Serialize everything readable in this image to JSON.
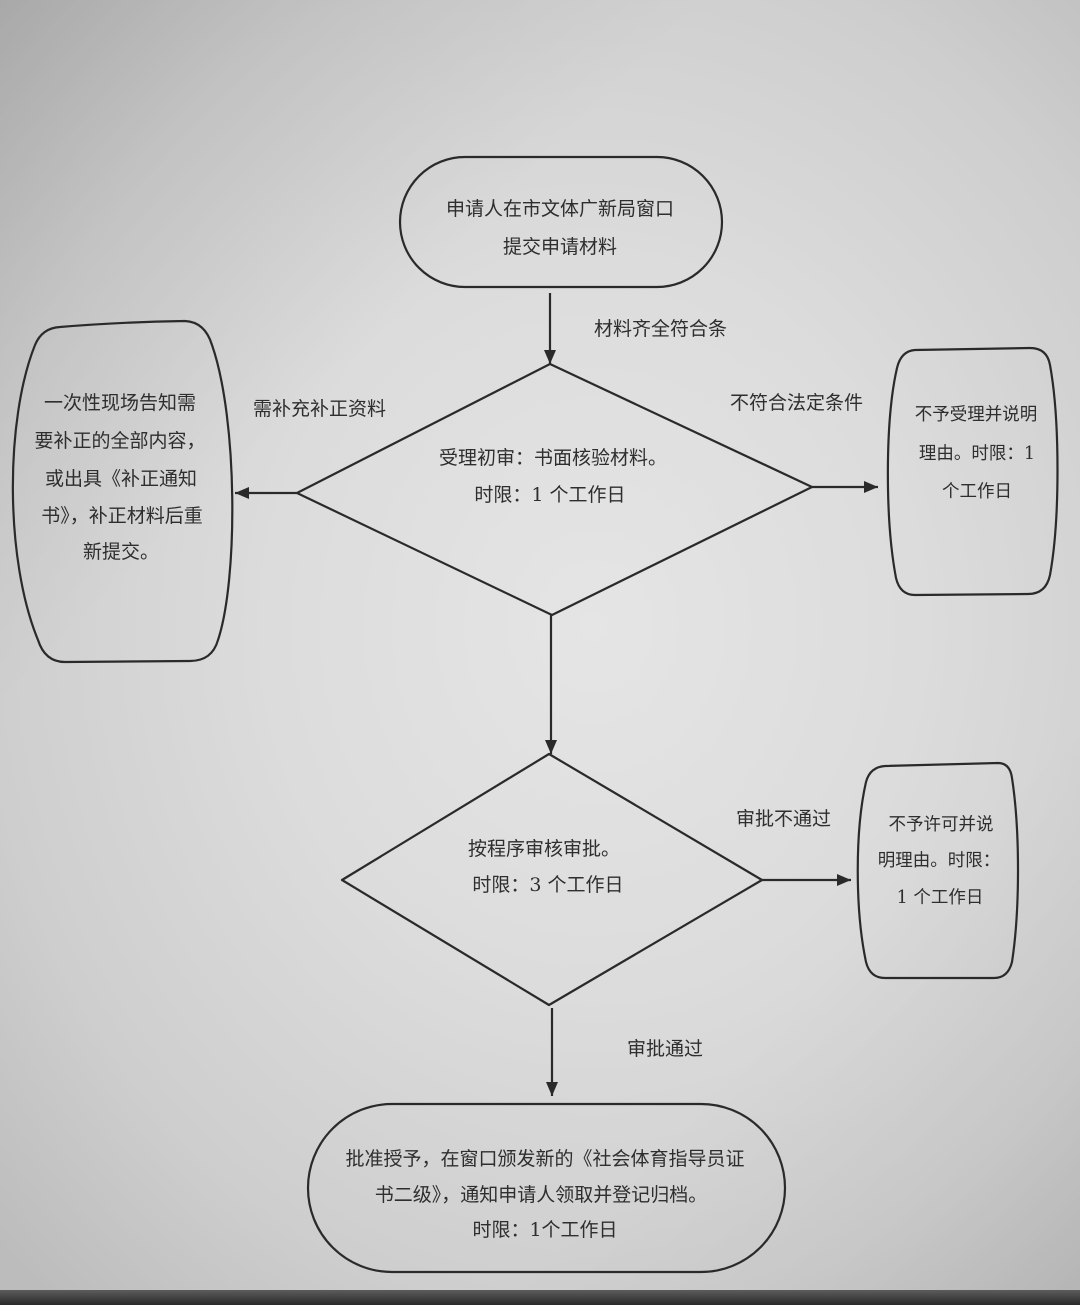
{
  "nodes": {
    "start": {
      "lines": [
        "申请人在市文体广新局窗口",
        "提交申请材料"
      ]
    },
    "initial_review": {
      "lines": [
        "受理初审：书面核验材料。",
        "时限：1 个工作日"
      ]
    },
    "supplement": {
      "lines": [
        "一次性现场告知需",
        "要补正的全部内容，",
        "或出具《补正通知",
        "书》，补正材料后重",
        "新提交。"
      ]
    },
    "reject_acceptance": {
      "lines": [
        "不予受理并说明",
        "理由。时限：1",
        "个工作日"
      ]
    },
    "approval_review": {
      "lines": [
        "按程序审核审批。",
        "时限：3 个工作日"
      ]
    },
    "reject_license": {
      "lines": [
        "不予许可并说",
        "明理由。时限：",
        "1 个工作日"
      ]
    },
    "grant": {
      "lines": [
        "批准授予，在窗口颁发新的《社会体育指导员证",
        "书二级》，通知申请人领取并登记归档。",
        "时限：1个工作日"
      ]
    }
  },
  "edges": {
    "start_to_review": "材料齐全符合条",
    "review_to_supplement": "需补充补正资料",
    "review_to_reject": "不符合法定条件",
    "approval_to_reject": "审批不通过",
    "approval_to_grant": "审批通过"
  },
  "colors": {
    "ink": "#2a2a2a",
    "text": "#2e2e2e"
  }
}
